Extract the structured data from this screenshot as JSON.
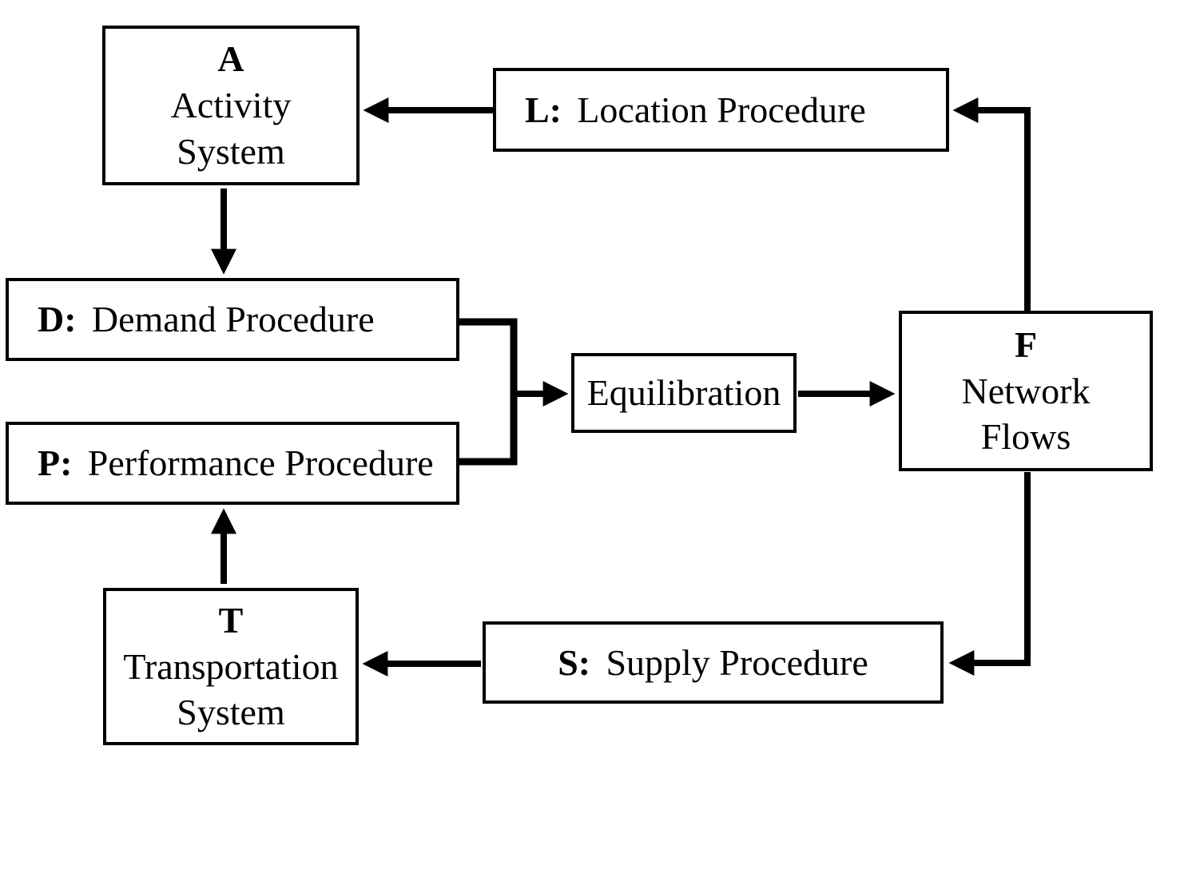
{
  "diagram": {
    "background": "#ffffff",
    "line_color": "#000000",
    "nodes": {
      "activity": {
        "key": "A",
        "line1": "Activity",
        "line2": "System"
      },
      "location": {
        "key": "L:",
        "label": "Location Procedure"
      },
      "demand": {
        "key": "D:",
        "label": "Demand Procedure"
      },
      "performance": {
        "key": "P:",
        "label": "Performance Procedure"
      },
      "equilibration": {
        "label": "Equilibration"
      },
      "flows": {
        "key": "F",
        "line1": "Network",
        "line2": "Flows"
      },
      "transportation": {
        "key": "T",
        "line1": "Transportation",
        "line2": "System"
      },
      "supply": {
        "key": "S:",
        "label": "Supply Procedure"
      }
    },
    "edges": [
      {
        "from": "L: Location Procedure",
        "to": "A Activity System"
      },
      {
        "from": "A Activity System",
        "to": "D: Demand Procedure"
      },
      {
        "from": "D: Demand Procedure",
        "to": "Equilibration"
      },
      {
        "from": "P: Performance Procedure",
        "to": "Equilibration"
      },
      {
        "from": "Equilibration",
        "to": "F Network Flows"
      },
      {
        "from": "F Network Flows",
        "to": "L: Location Procedure"
      },
      {
        "from": "F Network Flows",
        "to": "S: Supply Procedure"
      },
      {
        "from": "S: Supply Procedure",
        "to": "T Transportation System"
      },
      {
        "from": "T Transportation System",
        "to": "P: Performance Procedure"
      }
    ]
  }
}
